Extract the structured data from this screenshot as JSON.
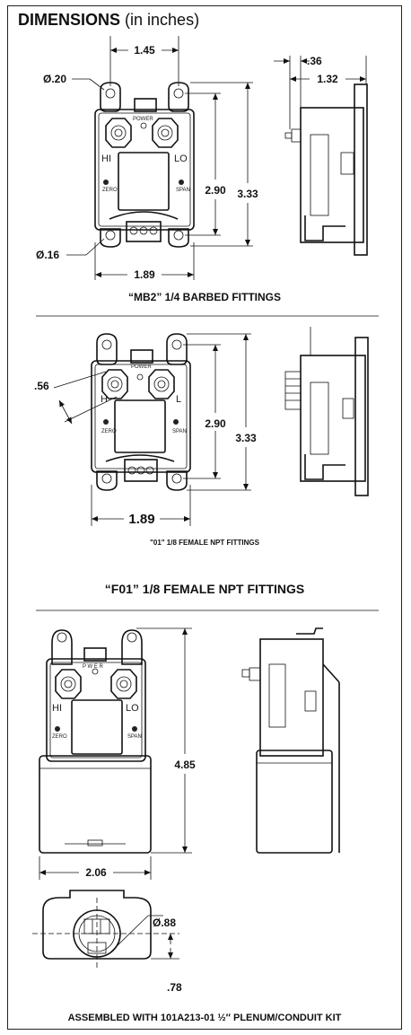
{
  "header": {
    "title_bold": "DIMENSIONS",
    "title_sub": "(in inches)"
  },
  "section1": {
    "caption": "“MB2” 1/4 BARBED FITTINGS",
    "dims": {
      "width_top": "1.45",
      "hole_top": "Ø.20",
      "hole_bottom": "Ø.16",
      "width_bottom": "1.89",
      "height_inner": "2.90",
      "height_outer": "3.33",
      "side_offset": ".36",
      "side_depth": "1.32"
    },
    "labels": {
      "power": "POWER",
      "hi": "HI",
      "lo": "LO",
      "zero": "ZERO",
      "span": "SPAN"
    }
  },
  "section2": {
    "caption_small": "\"01\" 1/8 FEMALE NPT FITTINGS",
    "caption": "“F01” 1/8 FEMALE NPT FITTINGS",
    "dims": {
      "fitting": ".56",
      "height_inner": "2.90",
      "height_outer": "3.33",
      "width_bottom": "1.89"
    },
    "labels": {
      "power": "POWER",
      "hi": "H",
      "lo": "L",
      "zero": "ZERO",
      "span": "SPAN"
    }
  },
  "section3": {
    "dims": {
      "height": "4.85",
      "width": "2.06",
      "conduit": "Ø.88",
      "offset": ".78"
    },
    "labels": {
      "power": "P W E R",
      "hi": "HI",
      "lo": "LO",
      "zero": "ZERO",
      "span": "SPAN"
    },
    "caption": "ASSEMBLED WITH 101A213-01 ½″ PLENUM/CONDUIT KIT"
  }
}
